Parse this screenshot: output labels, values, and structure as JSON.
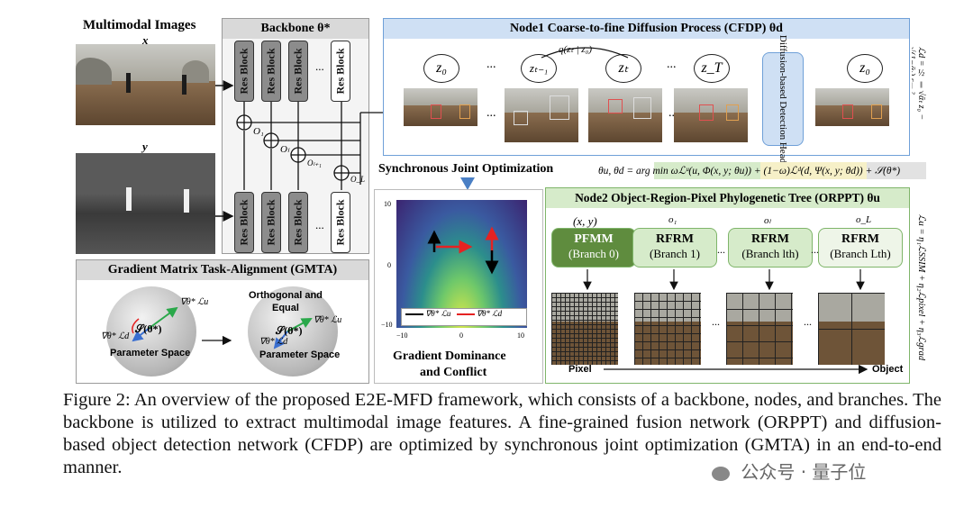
{
  "inputs": {
    "title": "Multimodal Images",
    "x_label": "x",
    "y_label": "y"
  },
  "backbone": {
    "title": "Backbone θ*",
    "block_label": "Res Block",
    "ellipsis": "...",
    "o_labels": [
      "O₁",
      "Oₗ",
      "Oₗ₊₁",
      "O_L"
    ]
  },
  "cfdp": {
    "title": "Node1 Coarse-to-fine Diffusion Process (CFDP)  θd",
    "z_nodes": [
      "z₀",
      "zₜ₋₁",
      "zₜ",
      "z_T",
      "z₀"
    ],
    "transition": "q(zₜ | z₀)",
    "head": "Diffusion-based Detection Head",
    "side_formula": "ℒd = ½ ‖√ᾱₜ z₀ − √(1−ᾱₜ) ε‖²"
  },
  "sjo": {
    "title": "Synchronous Joint Optimization",
    "formula": "θu, θd = arg min ωℒᵘ(u, Φ(x, y; θu)) + (1−ω)ℒᵈ(d, Ψ(x, y; θd)) + 𝒮(θ*)"
  },
  "orppt": {
    "title": "Node2 Object-Region-Pixel Phylogenetic Tree (ORPPT) θu",
    "inputs": [
      "(x, y)",
      "o₁",
      "oₗ",
      "o_L"
    ],
    "branches": [
      {
        "name": "PFMM",
        "sub": "(Branch 0)"
      },
      {
        "name": "RFRM",
        "sub": "(Branch 1)"
      },
      {
        "name": "RFRM",
        "sub": "(Branch lth)"
      },
      {
        "name": "RFRM",
        "sub": "(Branch Lth)"
      }
    ],
    "axis_left": "Pixel",
    "axis_right": "Object",
    "side_formula": "ℒu = η₁ℒSSIM + η₂ℒpixel + η₃ℒgrad"
  },
  "gradient_plot": {
    "yticks": [
      "10",
      "0",
      "−10"
    ],
    "xticks": [
      "−10",
      "0",
      "10"
    ],
    "legend": [
      "∇θ* ℒu",
      "∇θ* ℒd"
    ],
    "caption_line1": "Gradient Dominance",
    "caption_line2": "and Conflict"
  },
  "gmta": {
    "title": "Gradient Matrix Task-Alignment (GMTA)",
    "space_label": "Parameter Space",
    "s_label": "𝒮(θ*)",
    "g_u": "∇θ* ℒu",
    "g_d": "∇θ* ℒd",
    "ortho_label_1": "Orthogonal and",
    "ortho_label_2": "Equal"
  },
  "caption": "Figure 2: An overview of the proposed E2E-MFD framework, which consists of a backbone, nodes, and branches. The backbone is utilized to extract multimodal image features. A fine-grained fusion network (ORPPT) and diffusion-based object detection network (CFDP) are optimized by synchronous joint optimization (GMTA) in an end-to-end manner.",
  "watermark": "公众号 · 量子位"
}
